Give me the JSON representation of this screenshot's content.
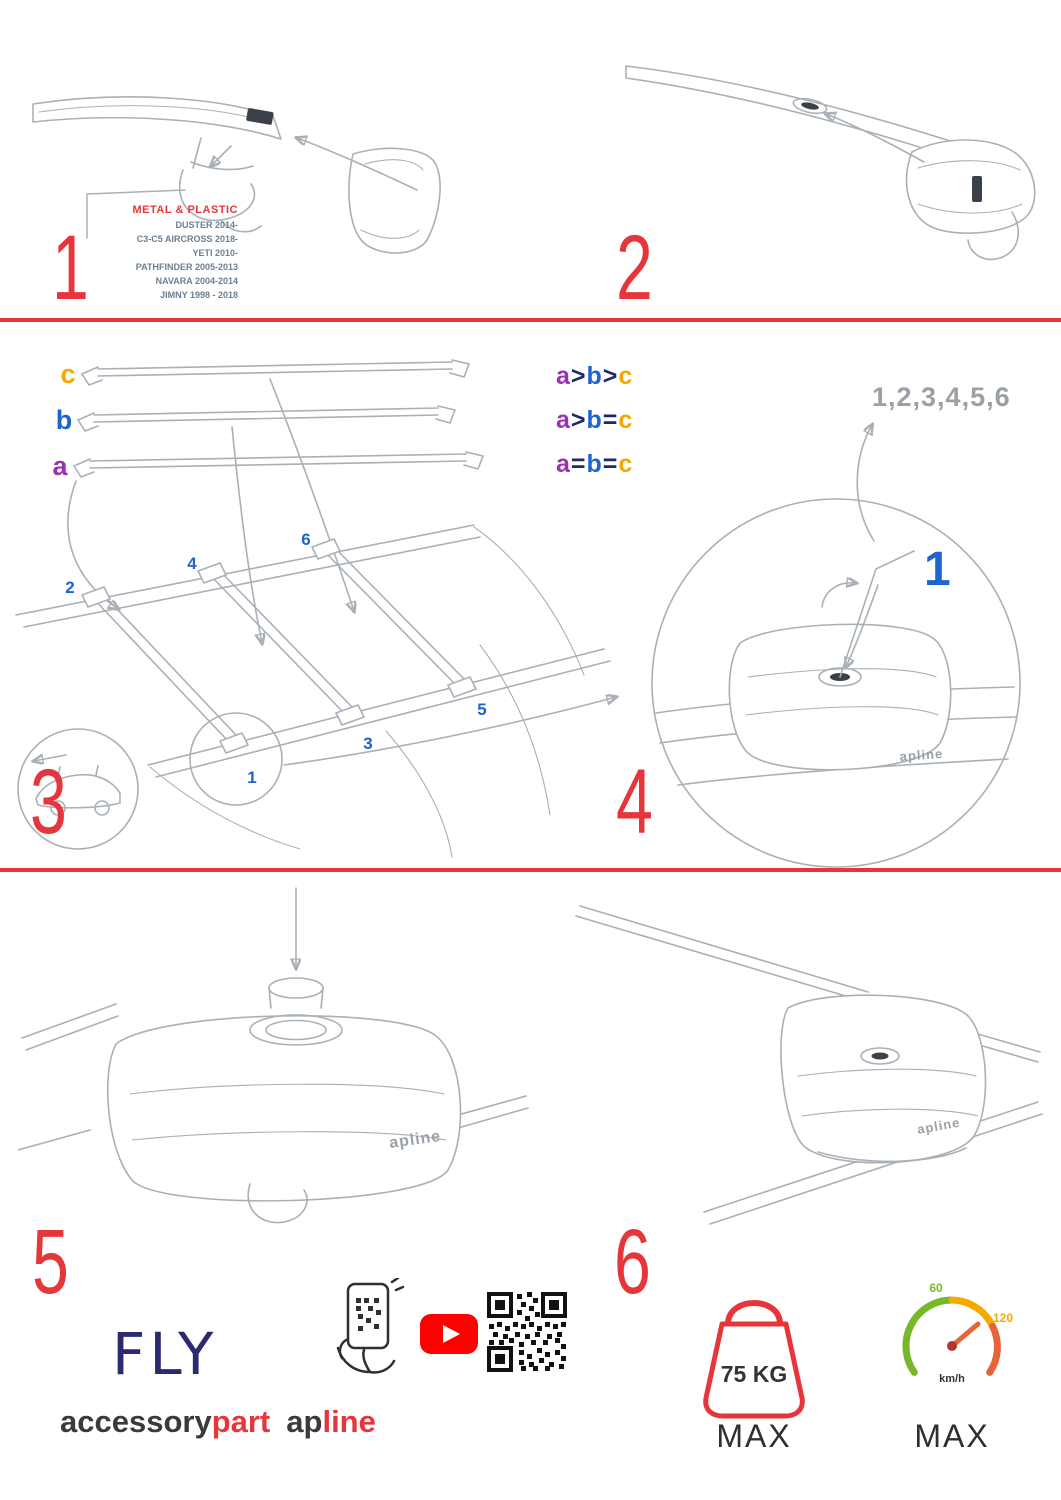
{
  "steps": {
    "one": {
      "number": "1",
      "material_label": "METAL & PLASTIC",
      "models": [
        "DUSTER 2014-",
        "C3-C5 AIRCROSS 2018-",
        "YETI 2010-",
        "PATHFINDER 2005-2013",
        "NAVARA 2004-2014",
        "JIMNY 1998 - 2018"
      ]
    },
    "two": {
      "number": "2"
    },
    "three": {
      "number": "3",
      "bar_labels": {
        "a": "a",
        "b": "b",
        "c": "c"
      },
      "comparisons": [
        [
          "a",
          ">",
          "b",
          ">",
          "c"
        ],
        [
          "a",
          ">",
          "b",
          "=",
          "c"
        ],
        [
          "a",
          "=",
          "b",
          "=",
          "c"
        ]
      ],
      "roof_positions": [
        "1",
        "2",
        "3",
        "4",
        "5",
        "6"
      ]
    },
    "four": {
      "number": "4",
      "tightening_sequence": "1,2,3,4,5,6",
      "sequence_start": "1"
    },
    "five": {
      "number": "5"
    },
    "six": {
      "number": "6"
    }
  },
  "brand": {
    "foot_label": "apline",
    "product_name": "FLY",
    "wordmark": {
      "accessory": "accessory",
      "part": "part",
      "ap": "ap",
      "line": "line"
    }
  },
  "footer": {
    "weight": {
      "value": "75 KG",
      "max_label": "MAX"
    },
    "speed": {
      "tick_low": "60",
      "tick_high": "120",
      "unit": "km/h",
      "max_label": "MAX"
    }
  },
  "colors": {
    "accent_red": "#e6363b",
    "bar_a_purple": "#9b30b4",
    "bar_b_blue": "#1e63d0",
    "bar_c_orange": "#f5a800",
    "sequence_gray": "#9aa0a6",
    "gauge_green": "#76b82a",
    "gauge_orange": "#f5a800",
    "gauge_red": "#e8623a",
    "youtube_red": "#ff0000",
    "wordmark_dark": "#3a3a3a",
    "product_navy": "#2b2a6e"
  }
}
